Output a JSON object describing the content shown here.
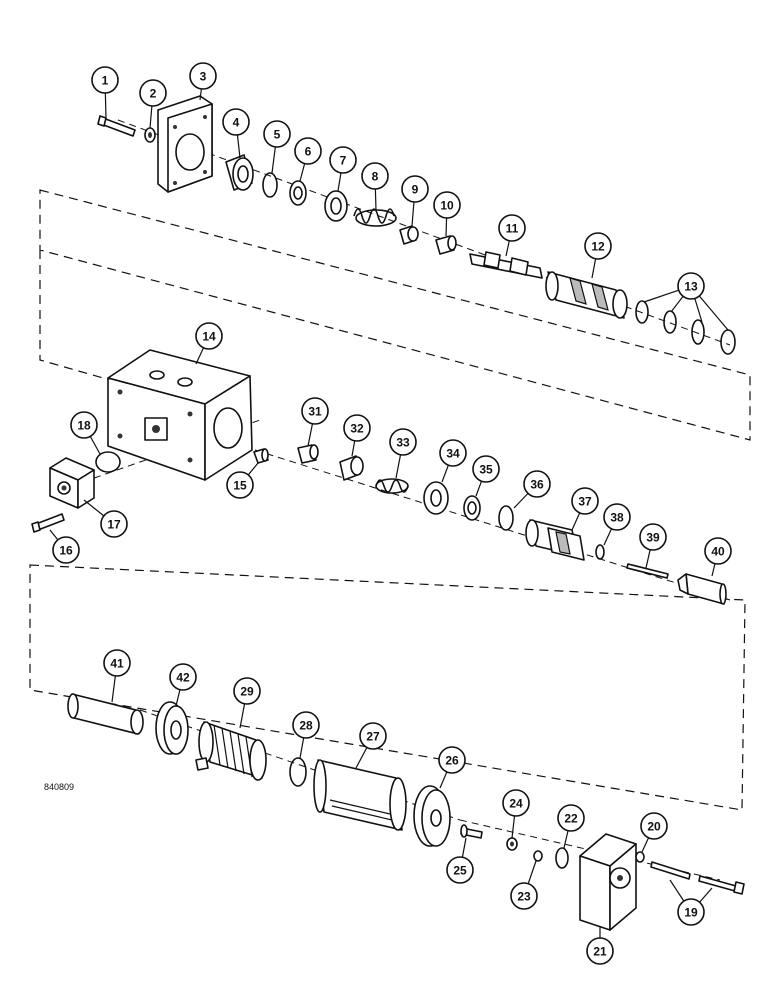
{
  "figure_code": "840809",
  "callouts": [
    {
      "n": "1"
    },
    {
      "n": "2"
    },
    {
      "n": "3"
    },
    {
      "n": "4"
    },
    {
      "n": "5"
    },
    {
      "n": "6"
    },
    {
      "n": "7"
    },
    {
      "n": "8"
    },
    {
      "n": "9"
    },
    {
      "n": "10"
    },
    {
      "n": "11"
    },
    {
      "n": "12"
    },
    {
      "n": "13"
    },
    {
      "n": "14"
    },
    {
      "n": "15"
    },
    {
      "n": "16"
    },
    {
      "n": "17"
    },
    {
      "n": "18"
    },
    {
      "n": "19"
    },
    {
      "n": "20"
    },
    {
      "n": "21"
    },
    {
      "n": "22"
    },
    {
      "n": "23"
    },
    {
      "n": "24"
    },
    {
      "n": "25"
    },
    {
      "n": "26"
    },
    {
      "n": "27"
    },
    {
      "n": "28"
    },
    {
      "n": "29"
    },
    {
      "n": "31"
    },
    {
      "n": "32"
    },
    {
      "n": "33"
    },
    {
      "n": "34"
    },
    {
      "n": "35"
    },
    {
      "n": "36"
    },
    {
      "n": "37"
    },
    {
      "n": "38"
    },
    {
      "n": "39"
    },
    {
      "n": "40"
    },
    {
      "n": "41"
    },
    {
      "n": "42"
    }
  ]
}
